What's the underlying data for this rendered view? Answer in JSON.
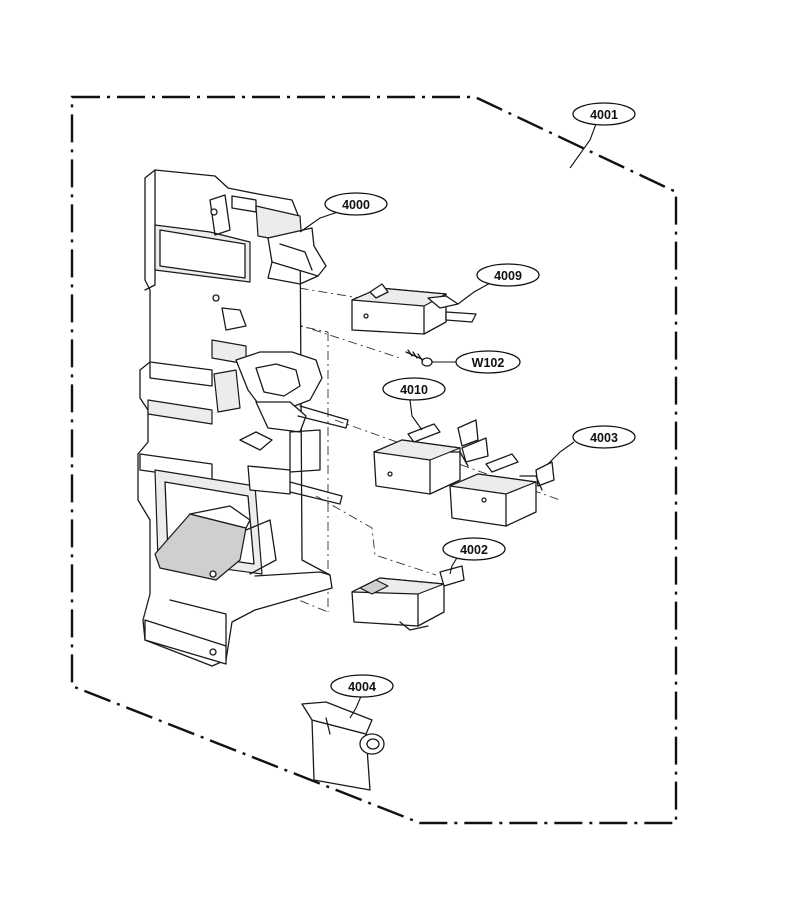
{
  "callouts": {
    "c4001": "4001",
    "c4000": "4000",
    "c4009": "4009",
    "cW102": "W102",
    "c4010": "4010",
    "c4003": "4003",
    "c4002": "4002",
    "c4004": "4004"
  }
}
